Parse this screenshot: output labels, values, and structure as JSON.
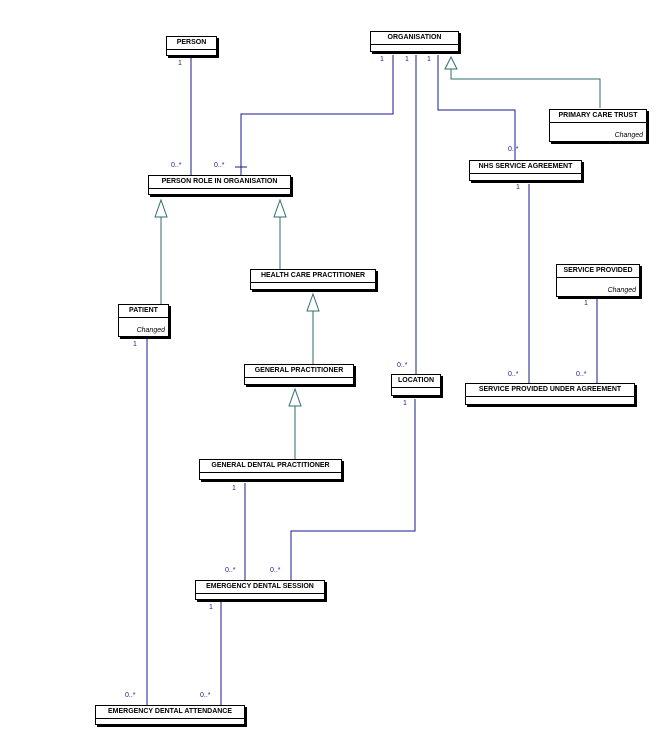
{
  "colors": {
    "association": "#1a1a8c",
    "generalization": "#2f6f6f",
    "box_border": "#000000"
  },
  "classes": {
    "person": {
      "name": "PERSON"
    },
    "organisation": {
      "name": "ORGANISATION"
    },
    "primary_care_trust": {
      "name": "PRIMARY CARE TRUST",
      "note": "Changed"
    },
    "nhs_service_agreement": {
      "name": "NHS SERVICE AGREEMENT"
    },
    "person_role": {
      "name": "PERSON ROLE IN ORGANISATION"
    },
    "health_care_practitioner": {
      "name": "HEALTH CARE PRACTITIONER"
    },
    "patient": {
      "name": "PATIENT",
      "note": "Changed"
    },
    "service_provided": {
      "name": "SERVICE PROVIDED",
      "note": "Changed"
    },
    "general_practitioner": {
      "name": "GENERAL PRACTITIONER"
    },
    "location": {
      "name": "LOCATION"
    },
    "service_provided_under_agreement": {
      "name": "SERVICE PROVIDED UNDER AGREEMENT"
    },
    "general_dental_practitioner": {
      "name": "GENERAL DENTAL PRACTITIONER"
    },
    "emergency_dental_session": {
      "name": "EMERGENCY DENTAL SESSION"
    },
    "emergency_dental_attendance": {
      "name": "EMERGENCY DENTAL ATTENDANCE"
    }
  },
  "multiplicities": {
    "person_1": "1",
    "org_1a": "1",
    "org_1b": "1",
    "org_1c": "1",
    "role_person": "0..*",
    "role_org": "0..*",
    "nhs_top": "0..*",
    "nhs_bottom": "1",
    "sp_1": "1",
    "spua_left": "0..*",
    "spua_right": "0..*",
    "loc_top": "0..*",
    "loc_bottom": "1",
    "patient_1": "1",
    "gdp_1": "1",
    "eds_left": "0..*",
    "eds_right": "0..*",
    "eds_1": "1",
    "eda_left": "0..*",
    "eda_right": "0..*"
  }
}
